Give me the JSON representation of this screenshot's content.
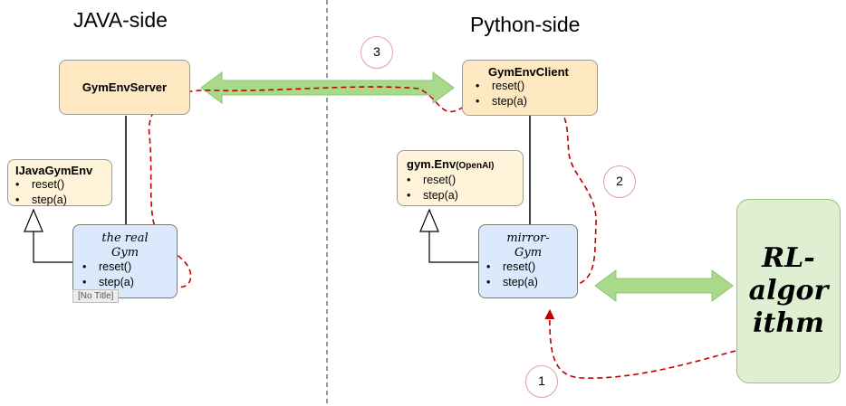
{
  "java_side": {
    "title": "JAVA-side",
    "server": {
      "name": "GymEnvServer"
    },
    "interface": {
      "name": "IJavaGymEnv",
      "methods": [
        "reset()",
        "step(a)"
      ]
    },
    "real_gym": {
      "name_line1": "the real",
      "name_line2": "Gym",
      "methods": [
        "reset()",
        "step(a)"
      ]
    },
    "tooltip": "[No Title]"
  },
  "python_side": {
    "title": "Python-side",
    "client": {
      "name": "GymEnvClient",
      "methods": [
        "reset()",
        "step(a)"
      ]
    },
    "gym_env": {
      "name": "gym.Env",
      "name_suffix": "(OpenAI)",
      "methods": [
        "reset()",
        "step(a)"
      ]
    },
    "mirror_gym": {
      "name_line1": "mirror-",
      "name_line2": "Gym",
      "methods": [
        "reset()",
        "step(a)"
      ]
    },
    "rl_algorithm": {
      "line1": "RL-",
      "line2": "algor",
      "line3": "ithm"
    }
  },
  "steps": [
    "1",
    "2",
    "3"
  ],
  "colors": {
    "server_fill": "#fde8c2",
    "interface_fill": "#fff4da",
    "gym_fill": "#dae9fb",
    "rl_fill": "#dff0d2",
    "arrow_green": "#a9d98a",
    "flow_red": "#c00000",
    "step_circle": "#e3a09a"
  }
}
